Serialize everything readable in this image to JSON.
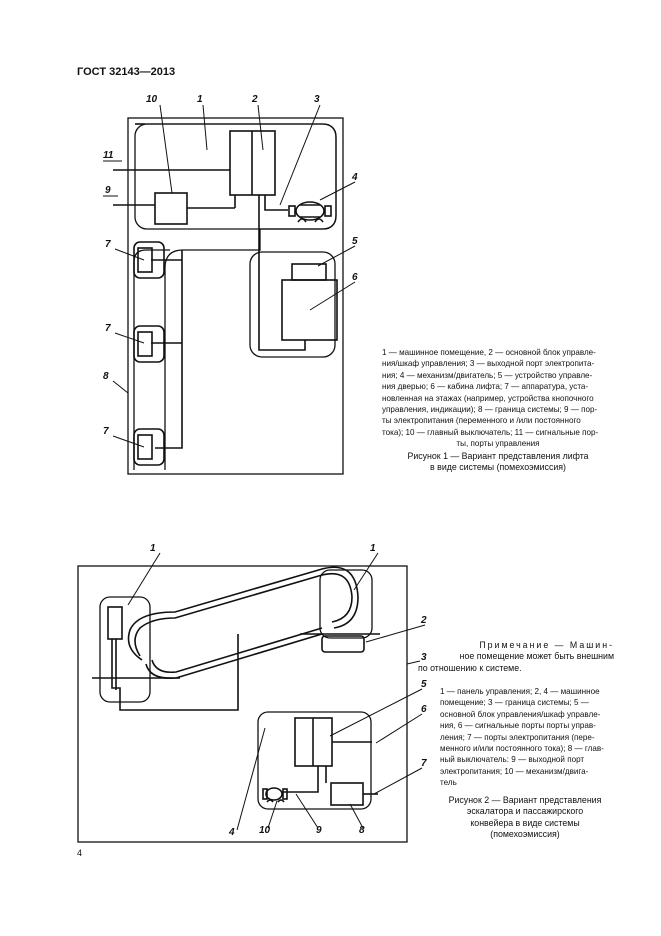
{
  "header": {
    "title": "ГОСТ 32143—2013"
  },
  "figure1": {
    "labels": [
      "1",
      "2",
      "3",
      "4",
      "5",
      "6",
      "7",
      "7",
      "7",
      "8",
      "9",
      "10",
      "11"
    ],
    "legend_lines": [
      "1 — машинное помещение, 2 — основной блок управле-",
      "ния/шкаф управления; 3 — выходной порт электропита-",
      "ния; 4 — механизм/двигатель; 5 — устройство управле-",
      "ния дверью; 6 — кабина лифта; 7 — аппаратура, уста-",
      "новленная на этажах (например, устройства кнопочного",
      "управления, индикации); 8 — граница системы; 9 — пор-",
      "ты электропитания (переменного и /или постоянного",
      "тока); 10 — главный выключатель; 11 — сигнальные пор-",
      "ты, порты управления"
    ],
    "caption_lines": [
      "Рисунок 1 — Вариант представления лифта",
      "в виде системы (помехоэмиссия)"
    ]
  },
  "figure2": {
    "labels": [
      "1",
      "1",
      "2",
      "3",
      "4",
      "5",
      "6",
      "7",
      "8",
      "9",
      "10"
    ],
    "note_lines": [
      "Примечание — Машин-",
      "ное помещение может быть внешним",
      "по отношению к системе."
    ],
    "legend_lines": [
      "1 — панель управления; 2, 4 — машинное",
      "помещение; 3 — граница системы; 5 —",
      "основной блок управления/шкаф управле-",
      "ния, 6 — сигнальные порты порты управ-",
      "ления; 7 — порты электропитания (пере-",
      "менного и/или постоянного тока); 8 — глав-",
      "ный выключатель: 9 — выходной порт",
      "электропитания; 10 — механизм/двига-",
      "тель"
    ],
    "caption_lines": [
      "Рисунок 2 — Вариант представления",
      "эскалатора и пассажирского",
      "конвейера в виде системы",
      "(помехоэмиссия)"
    ]
  },
  "footer": {
    "page_number": "4"
  }
}
